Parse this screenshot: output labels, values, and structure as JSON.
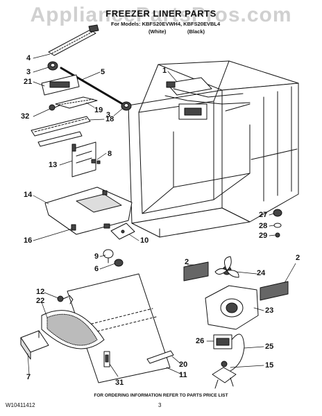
{
  "watermark": "AppliancePartsPros.com",
  "title": "FREEZER LINER PARTS",
  "models_prefix": "For Models: KBFS20EVWH4, KBFS20EVBL4",
  "variant_white": "(White)",
  "variant_black": "(Black)",
  "footer_note": "FOR ORDERING INFORMATION REFER TO PARTS PRICE LIST",
  "document_number": "W10411412",
  "page_number": "3",
  "callouts": {
    "c1": "1",
    "c2a": "2",
    "c2b": "2",
    "c3a": "3",
    "c3b": "3",
    "c4": "4",
    "c5": "5",
    "c6": "6",
    "c7": "7",
    "c8": "8",
    "c9": "9",
    "c10": "10",
    "c11": "11",
    "c12": "12",
    "c13": "13",
    "c14": "14",
    "c15": "15",
    "c16": "16",
    "c18": "18",
    "c19": "19",
    "c20": "20",
    "c21": "21",
    "c22": "22",
    "c23": "23",
    "c24": "24",
    "c25": "25",
    "c26": "26",
    "c27": "27",
    "c28": "28",
    "c29": "29",
    "c31": "31",
    "c32": "32"
  },
  "colors": {
    "ink": "#111111",
    "watermark": "#aaaaaa",
    "paper": "#ffffff"
  }
}
